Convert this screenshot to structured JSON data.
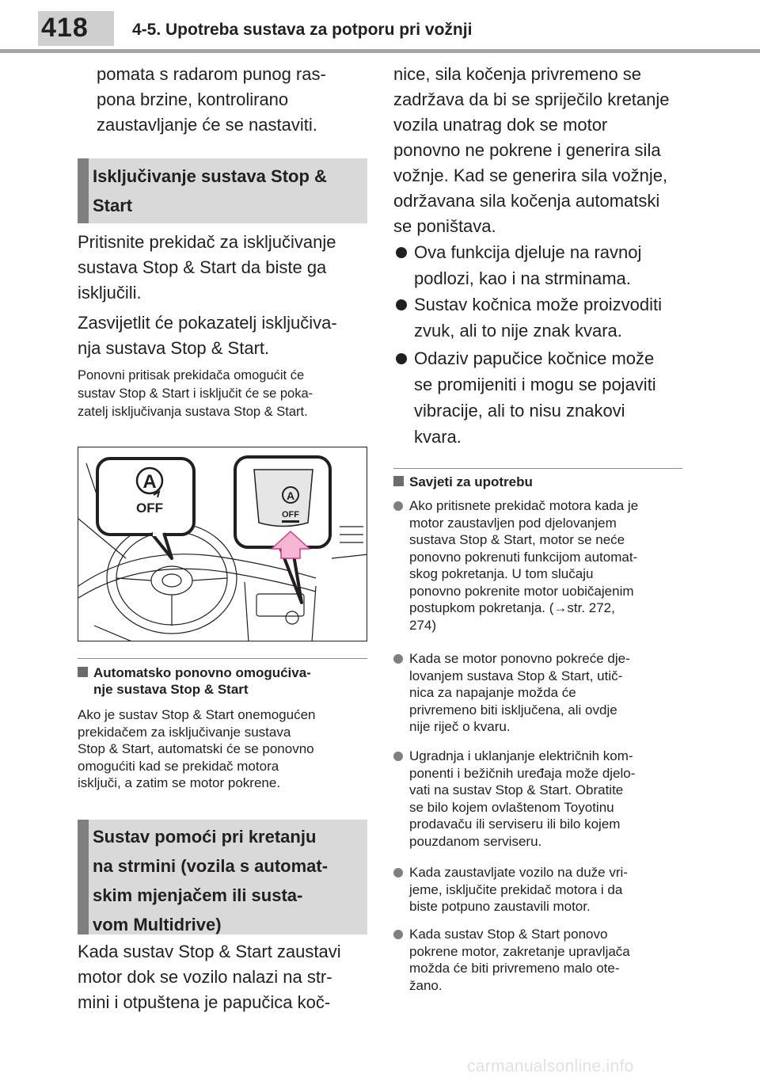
{
  "header": {
    "page_number": "418",
    "chapter_title": "4-5. Upotreba sustava za potporu pri vožnji"
  },
  "left": {
    "intro_lines": [
      "pomata s radarom punog ras-",
      "pona brzine, kontrolirano",
      "zaustavljanje će se nastaviti."
    ],
    "section1_title_lines": [
      "Isključivanje sustava Stop &",
      "Start"
    ],
    "para1_lines": [
      "Pritisnite prekidač za isključivanje",
      "sustava Stop & Start da biste ga",
      "isključili."
    ],
    "para2_lines": [
      "Zasvijetlit će pokazatelj isključiva-",
      "nja sustava Stop & Start."
    ],
    "small_lines": [
      "Ponovni pritisak prekidača omogućit će",
      "sustav Stop & Start i isključit će se poka-",
      "zatelj isključivanja sustava Stop & Start."
    ],
    "illustration": {
      "callout_left_letter": "A",
      "callout_left_text": "OFF",
      "callout_right_letter": "A",
      "callout_right_text": "OFF"
    },
    "sub_head_lines": [
      "Automatsko ponovno omogućiva-",
      "nje sustava Stop & Start"
    ],
    "note_lines": [
      "Ako je sustav Stop & Start onemogućen",
      "prekidačem za isključivanje sustava",
      "Stop & Start, automatski će se ponovno",
      "omogućiti kad se prekidač motora",
      "isključi, a zatim se motor pokrene."
    ],
    "section2_title_lines": [
      "Sustav pomoći pri kretanju",
      "na strmini (vozila s automat-",
      "skim mjenjačem ili susta-",
      "vom Multidrive)"
    ],
    "para3_lines": [
      "Kada sustav Stop & Start zaustavi",
      "motor dok se vozilo nalazi na str-",
      "mini i otpuštena je papučica koč-"
    ]
  },
  "right": {
    "para_lines": [
      "nice, sila kočenja privremeno se",
      "zadržava da bi se spriječilo kretanje",
      "vozila unatrag dok se motor",
      "ponovno ne pokrene i generira sila",
      "vožnje. Kad se generira sila vožnje,",
      "održavana sila kočenja automatski",
      "se poništava."
    ],
    "bullets": [
      [
        "Ova funkcija djeluje na ravnoj",
        "podlozi, kao i na strminama."
      ],
      [
        "Sustav kočnica može proizvoditi",
        "zvuk, ali to nije znak kvara."
      ],
      [
        "Odaziv papučice kočnice može",
        "se promijeniti i mogu se pojaviti",
        "vibracije, ali to nisu znakovi",
        "kvara."
      ]
    ],
    "tips_heading": "Savjeti za upotrebu",
    "tips": [
      [
        "Ako pritisnete prekidač motora kada je",
        "motor zaustavljen pod djelovanjem",
        "sustava Stop & Start, motor se neće",
        "ponovno pokrenuti funkcijom automat-",
        "skog pokretanja. U tom slučaju",
        "ponovno pokrenite motor uobičajenim",
        "postupkom pokretanja. (→str. 272,",
        "274)"
      ],
      [
        "Kada se motor ponovno pokreće dje-",
        "lovanjem sustava Stop & Start, utič-",
        "nica za napajanje možda će",
        "privremeno biti isključena, ali ovdje",
        "nije riječ o kvaru."
      ],
      [
        "Ugradnja i uklanjanje električnih kom-",
        "ponenti i bežičnih uređaja može djelo-",
        "vati na sustav Stop & Start. Obratite",
        "se bilo kojem ovlaštenom Toyotinu",
        "prodavaču ili serviseru ili bilo kojem",
        "pouzdanom serviseru."
      ],
      [
        "Kada zaustavljate vozilo na duže vri-",
        "jeme, isključite prekidač motora i da",
        "biste potpuno zaustavili motor."
      ],
      [
        "Kada sustav Stop & Start ponovo",
        "pokrene motor, zakretanje upravljača",
        "možda će biti privremeno malo ote-",
        "žano."
      ]
    ]
  },
  "watermark": "carmanualsonline.info"
}
